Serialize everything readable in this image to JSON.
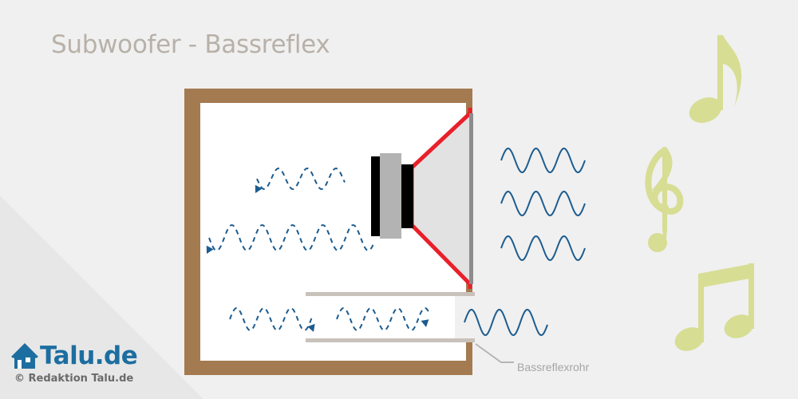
{
  "title": "Subwoofer - Bassreflex",
  "labels": {
    "port": "Bassreflexrohr"
  },
  "branding": {
    "name": "Talu.de",
    "copyright": "© Redaktion Talu.de"
  },
  "colors": {
    "background": "#f0f0f0",
    "enclosure": "#a47a51",
    "enclosure_inside": "#ffffff",
    "cone": "#e2e2e2",
    "cone_edge": "#e8202a",
    "magnet": "#000000",
    "wave": "#1d5c8f",
    "music_notes": "#d7dd93",
    "brand": "#1d6ea0",
    "port_tube": "#c9c2bb"
  },
  "icons": [
    "house-logo-icon",
    "eighth-note-icon",
    "treble-clef-icon",
    "beamed-notes-icon"
  ]
}
